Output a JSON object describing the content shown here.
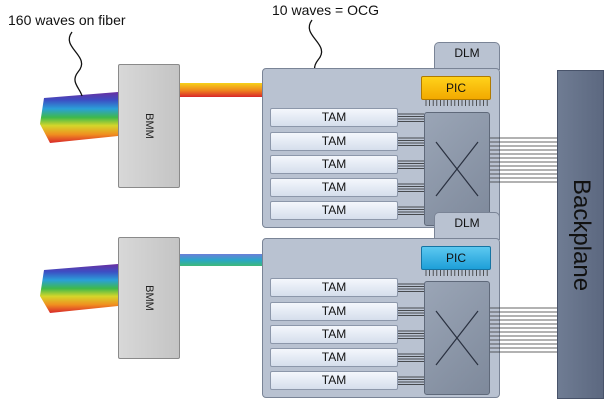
{
  "labels": {
    "fiber_waves": "160 waves on fiber",
    "ocg": "10 waves = OCG"
  },
  "dlm_tab": "DLM",
  "pic_label": "PIC",
  "bmm_label": "BMM",
  "tam_label": "TAM",
  "backplane_label": "Backplane",
  "colors": {
    "dlm": "#b9c2d1",
    "pic_top": "#f5b800",
    "pic_bottom": "#29a9df",
    "backplane": "#64708a"
  }
}
